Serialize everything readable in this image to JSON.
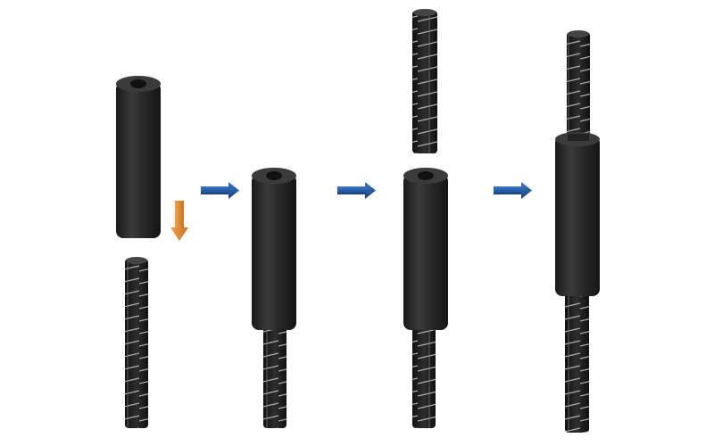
{
  "diagram": {
    "steps": [
      {
        "id": "step-1",
        "parts": [
          "coupler-sleeve",
          "insert-arrow",
          "rebar"
        ]
      },
      {
        "id": "step-2",
        "parts": [
          "coupler-sleeve",
          "rebar"
        ]
      },
      {
        "id": "step-3",
        "parts": [
          "rebar",
          "coupler-sleeve",
          "rebar"
        ]
      },
      {
        "id": "step-4",
        "parts": [
          "rebar",
          "coupler-sleeve",
          "rebar"
        ]
      }
    ],
    "connectors": [
      "arrow-right-icon",
      "arrow-right-icon",
      "arrow-right-icon"
    ],
    "colors": {
      "background": "#ffffff",
      "coupler": "#2b2b2b",
      "rebar": "#1e1e1e",
      "rib": "#d8d8d8",
      "step_arrow": "#1f4f95",
      "insert_arrow": "#e08a2a"
    }
  }
}
